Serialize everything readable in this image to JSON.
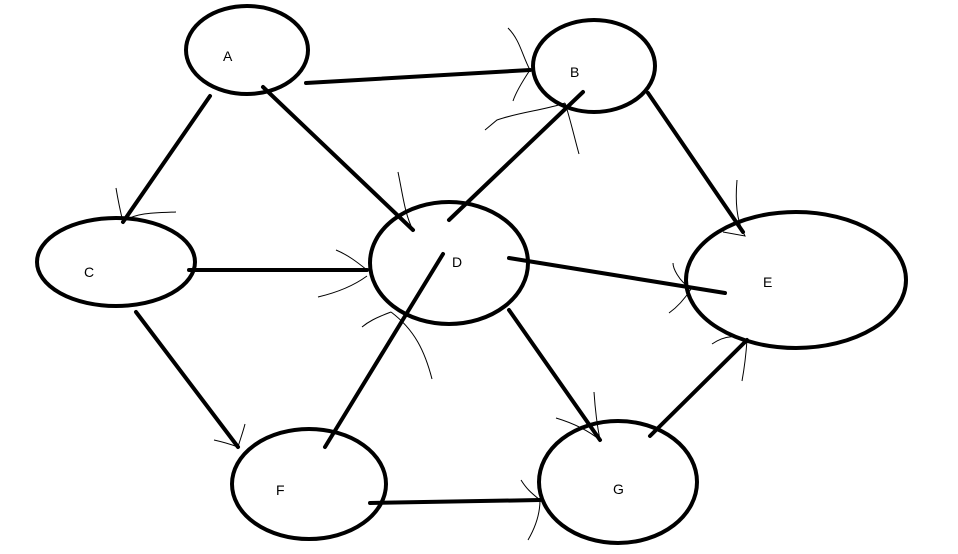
{
  "diagram": {
    "nodes": [
      {
        "id": "A",
        "label": "A"
      },
      {
        "id": "B",
        "label": "B"
      },
      {
        "id": "C",
        "label": "C"
      },
      {
        "id": "D",
        "label": "D"
      },
      {
        "id": "E",
        "label": "E"
      },
      {
        "id": "F",
        "label": "F"
      },
      {
        "id": "G",
        "label": "G"
      }
    ],
    "edges": [
      {
        "from": "A",
        "to": "B"
      },
      {
        "from": "A",
        "to": "C"
      },
      {
        "from": "A",
        "to": "D"
      },
      {
        "from": "C",
        "to": "D"
      },
      {
        "from": "C",
        "to": "F"
      },
      {
        "from": "D",
        "to": "B"
      },
      {
        "from": "D",
        "to": "E"
      },
      {
        "from": "D",
        "to": "G"
      },
      {
        "from": "F",
        "to": "D"
      },
      {
        "from": "F",
        "to": "G"
      },
      {
        "from": "B",
        "to": "E"
      },
      {
        "from": "G",
        "to": "E"
      }
    ]
  }
}
